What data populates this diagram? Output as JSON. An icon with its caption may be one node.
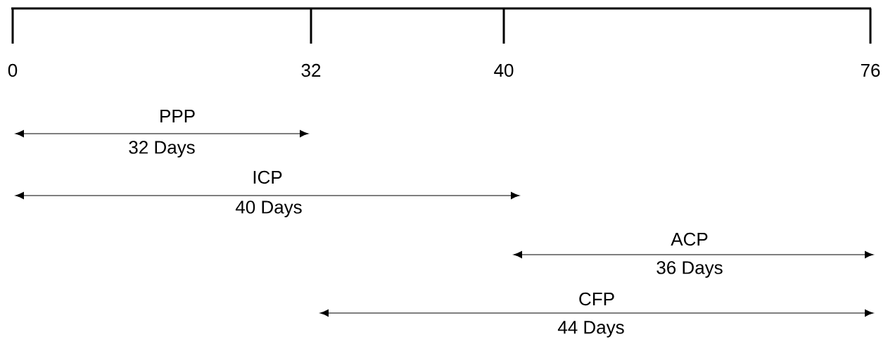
{
  "diagram": {
    "labels": [
      "0",
      "32",
      "40",
      "76",
      "PPP",
      "32 Days",
      "ICP",
      "40 Days",
      "ACP",
      "36 Days",
      "CFP",
      "44 Days"
    ]
  }
}
